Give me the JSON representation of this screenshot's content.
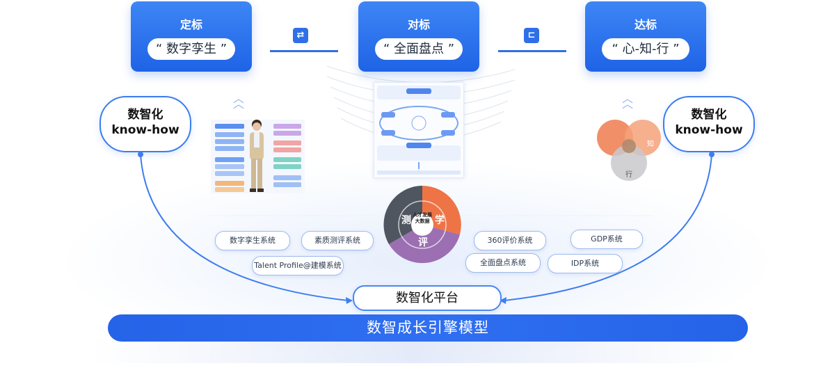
{
  "top_cards": [
    {
      "title": "定标",
      "pill": "“ 数字孪生 ”"
    },
    {
      "title": "对标",
      "pill": "“ 全面盘点 ”"
    },
    {
      "title": "达标",
      "pill": "“ 心-知-行 ”"
    }
  ],
  "know_how_left": {
    "line1": "数智化",
    "line2": "know-how"
  },
  "know_how_right": {
    "line1": "数智化",
    "line2": "know-how"
  },
  "systems_left": [
    "数字孪生系统",
    "素质测评系统",
    "Talent Profile@建模系统"
  ],
  "systems_right": [
    "360评价系统",
    "GDP系统",
    "全面盘点系统",
    "IDP系统"
  ],
  "wheel": {
    "center": "人才发展大数据",
    "segments": [
      "测",
      "学",
      "评"
    ]
  },
  "thumb_right_labels": {
    "zhi": "知",
    "xing": "行"
  },
  "platform": "数智化平台",
  "engine": "数智成长引擎模型",
  "colors": {
    "primary": "#2563e8",
    "orange": "#ee7446",
    "purple": "#9b6fb2",
    "gray": "#4f5660"
  }
}
